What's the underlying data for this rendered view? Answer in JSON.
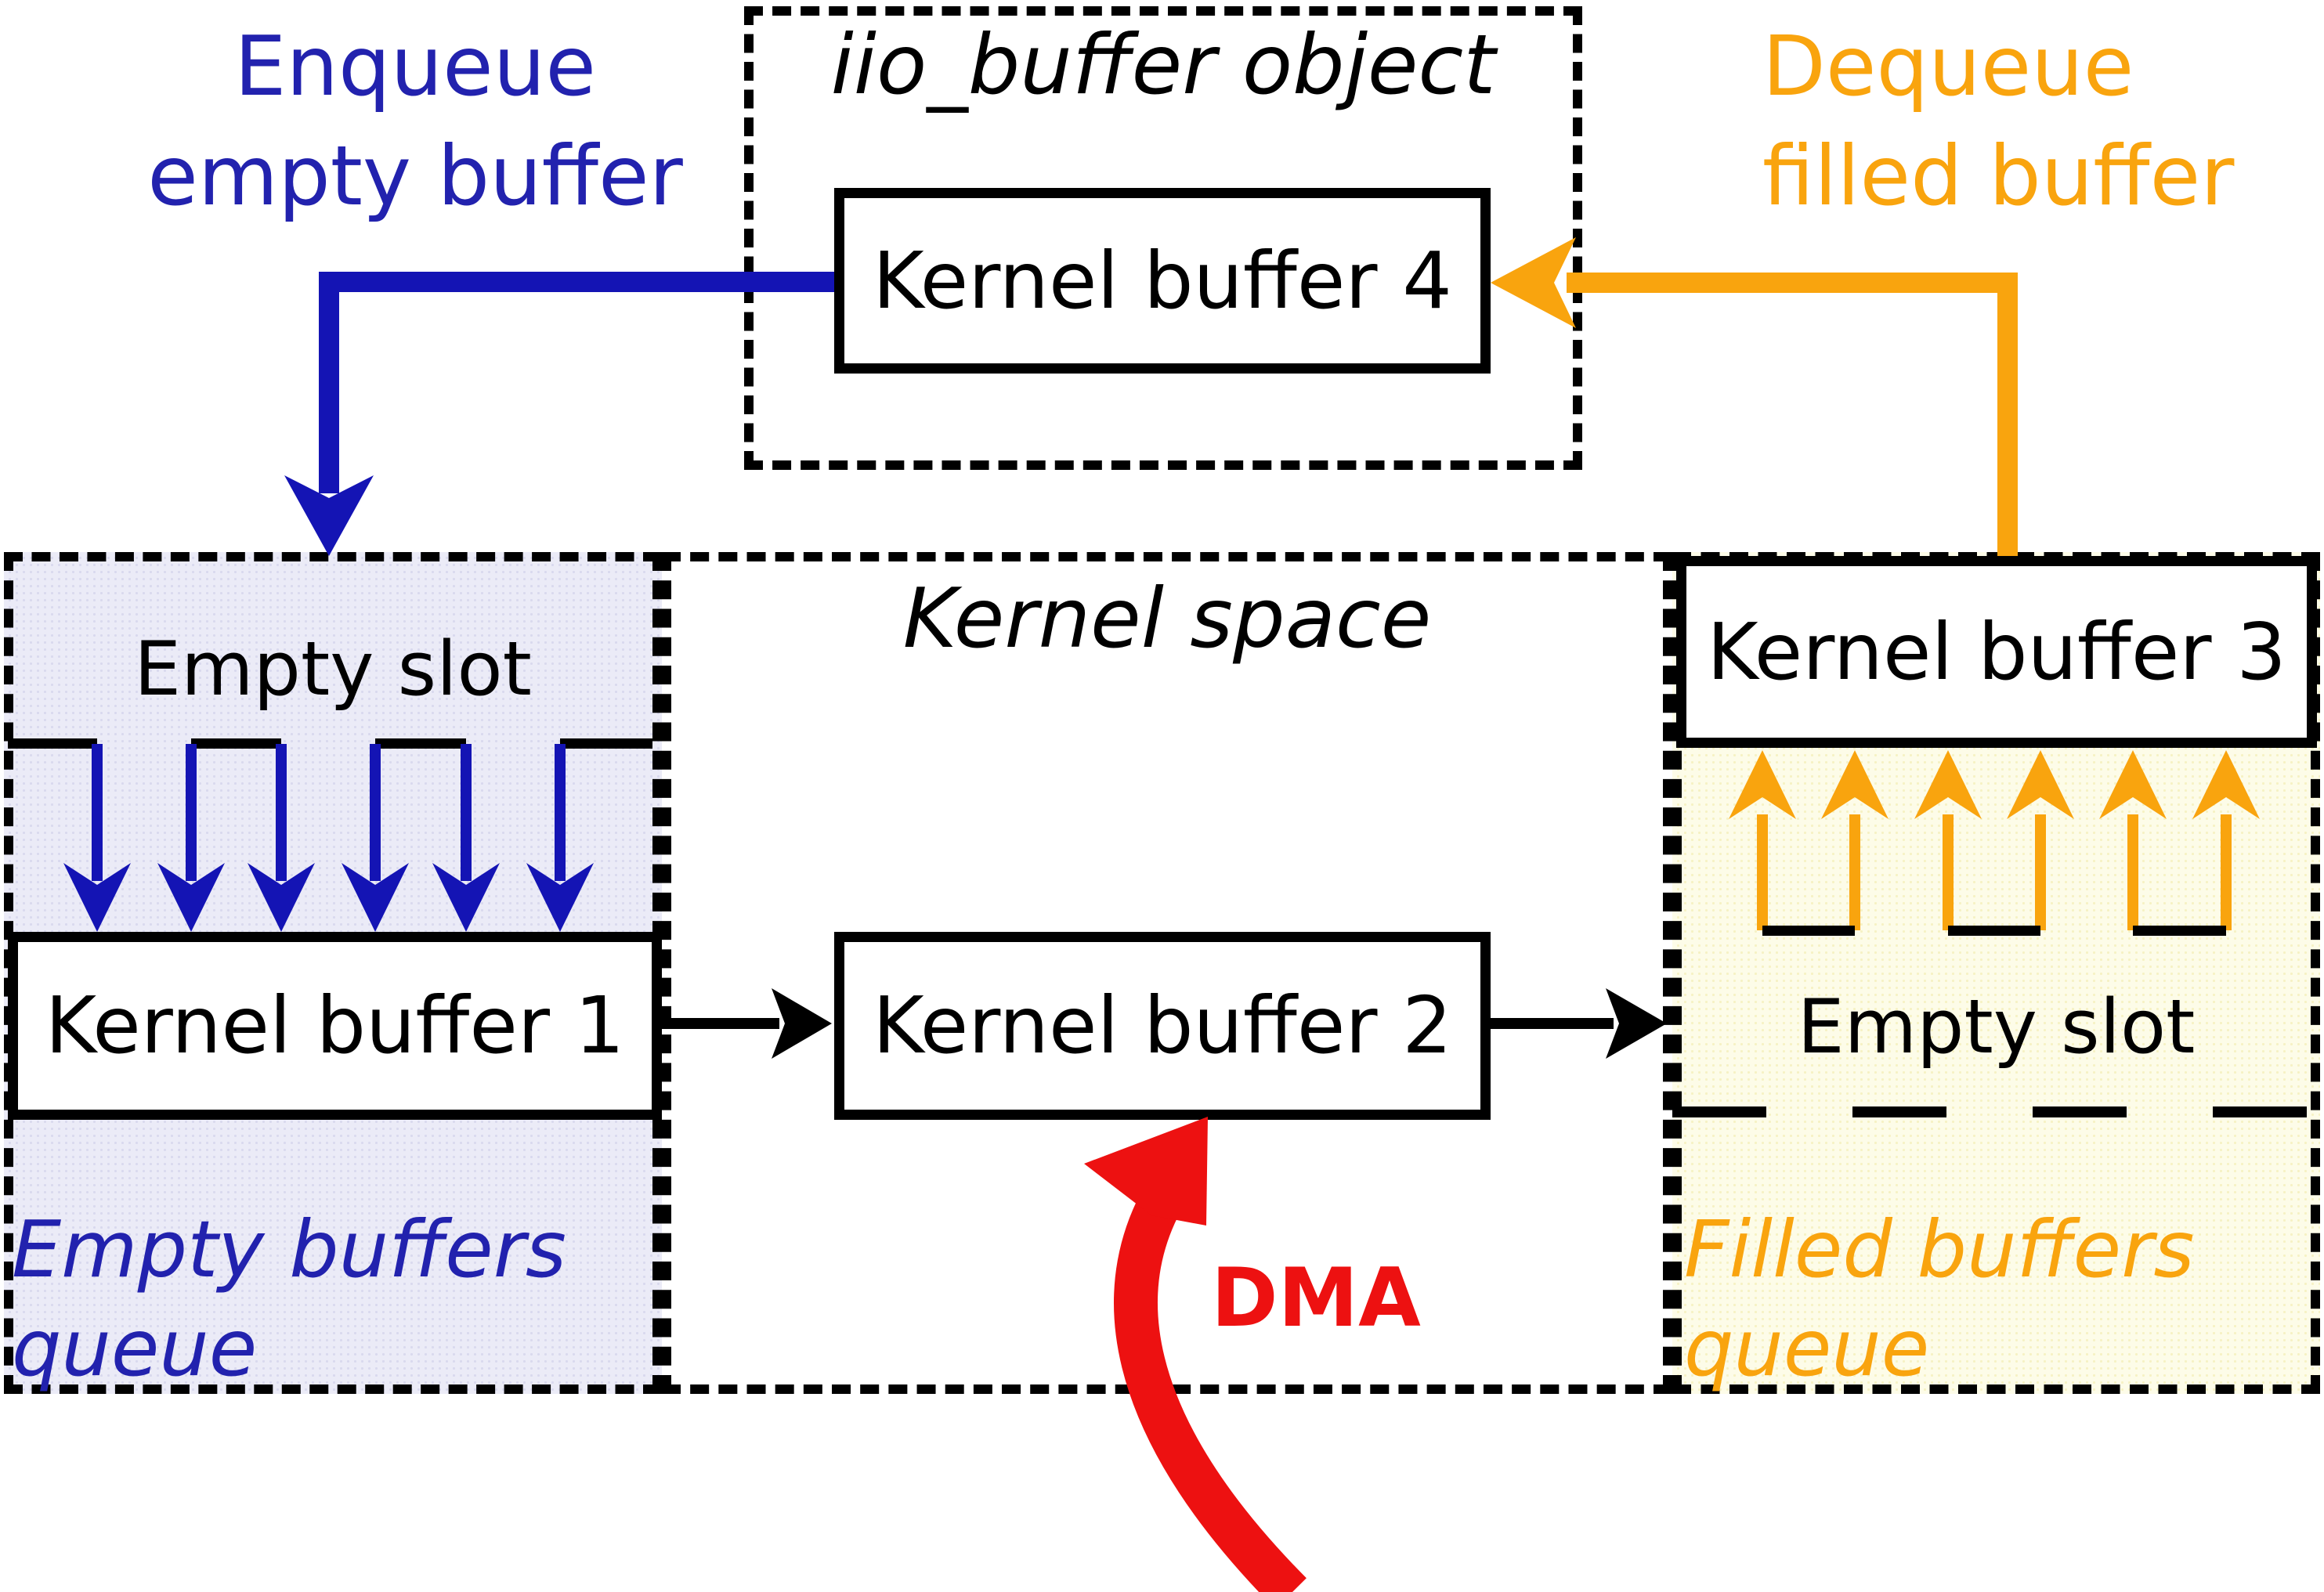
{
  "diagram": {
    "iio_box": {
      "title": "iio_buffer object",
      "buffer4": "Kernel buffer 4"
    },
    "enqueue_label": {
      "line1": "Enqueue",
      "line2": "empty buffer"
    },
    "dequeue_label": {
      "line1": "Dequeue",
      "line2": "filled buffer"
    },
    "kernel_space": {
      "title": "Kernel space",
      "buffer2": "Kernel buffer 2"
    },
    "empty_queue_panel": {
      "slot_label": "Empty slot",
      "buffer1": "Kernel buffer 1",
      "caption_line1": "Empty buffers",
      "caption_line2": "queue"
    },
    "filled_queue_panel": {
      "buffer3": "Kernel buffer 3",
      "slot_label": "Empty slot",
      "caption_line1": "Filled buffers",
      "caption_line2": "queue"
    },
    "dma_label": "DMA",
    "colors": {
      "blue": "#1414B4",
      "blue_text": "#2222AE",
      "orange": "#F9A40E",
      "red": "#ED1111",
      "lavender_bg": "#EBEBF7",
      "yellow_bg": "#FDFCE8",
      "black": "#000000"
    }
  }
}
